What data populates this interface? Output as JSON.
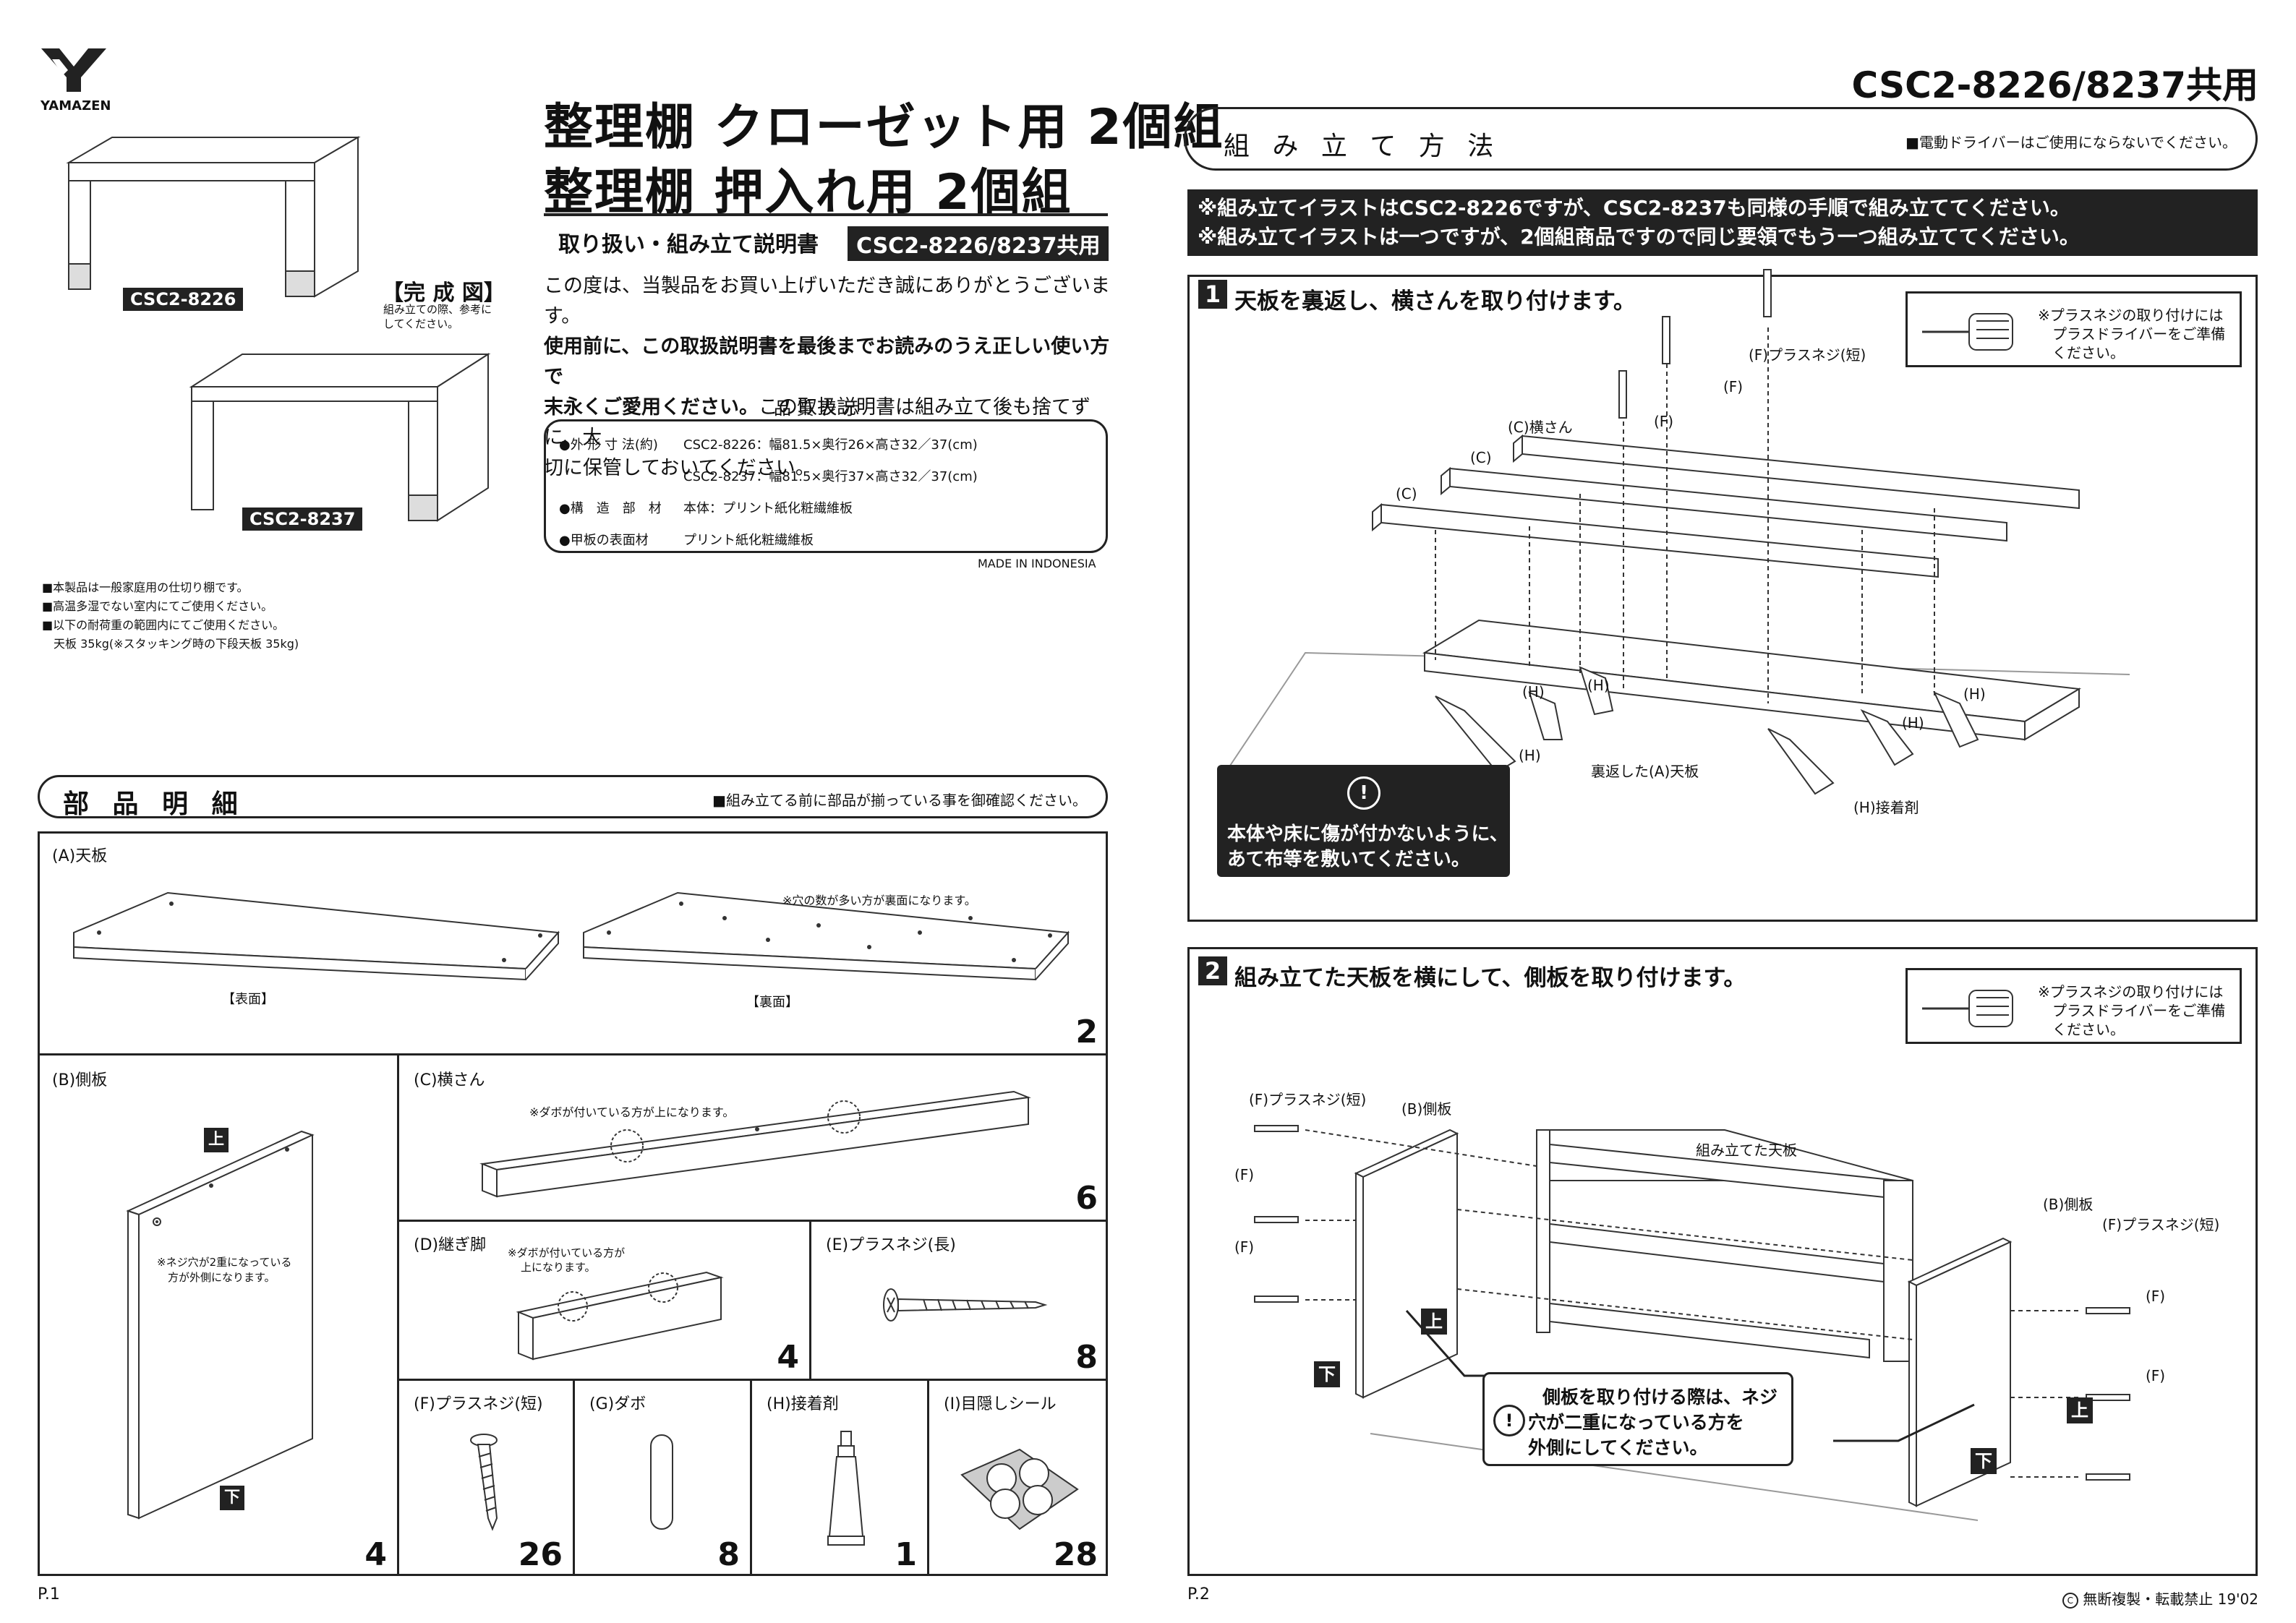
{
  "brand": {
    "logo_text": "YAMAZEN"
  },
  "header": {
    "title_line1": "整理棚 クローゼット用 2個組",
    "title_line2": "整理棚 押入れ用 2個組",
    "subtitle": "取り扱い・組み立て説明書",
    "model_badge": "CSC2-8226/8237共用",
    "model_code_right": "CSC2-8226/8237共用"
  },
  "completion": {
    "title": "【完 成 図】",
    "note": "組み立ての際、参考にしてください。",
    "label_a": "CSC2-8226",
    "label_b": "CSC2-8237"
  },
  "intro": {
    "line1": "この度は、当製品をお買い上げいただき誠にありがとうございます。",
    "line2": "使用前に、この取扱説明書を最後までお読みのうえ正しい使い方で",
    "line3a": "末永くご愛用ください。",
    "line3b": "この取扱説明書は組み立て後も捨てずに、大",
    "line4": "切に保管しておいてください。"
  },
  "quality": {
    "title": "品 質 表 示",
    "rows": [
      {
        "label": "●外 形 寸 法(約)",
        "value": "CSC2-8226：幅81.5×奥行26×高さ32／37(cm)"
      },
      {
        "label": "",
        "value": "CSC2-8237：幅81.5×奥行37×高さ32／37(cm)"
      },
      {
        "label": "●構　造　部　材",
        "value": "本体：プリント紙化粧繊維板"
      },
      {
        "label": "●甲板の表面材",
        "value": "プリント紙化粧繊維板"
      }
    ],
    "origin": "MADE IN INDONESIA"
  },
  "notes": [
    "■本製品は一般家庭用の仕切り棚です。",
    "■高温多湿でない室内にてご使用ください。",
    "■以下の耐荷重の範囲内にてご使用ください。",
    "天板 35kg(※スタッキング時の下段天板 35kg)"
  ],
  "parts_section": {
    "title": "部 品 明 細",
    "note": "■組み立てる前に部品が揃っている事を御確認ください。",
    "parts": [
      {
        "label": "(A)天板",
        "qty": "2",
        "front": "【表面】",
        "back": "【裏面】",
        "note": "※穴の数が多い方が裏面になります。"
      },
      {
        "label": "(B)側板",
        "qty": "4",
        "note1": "※ネジ穴が2重になっている",
        "note2": "方が外側になります。",
        "top": "上",
        "bottom": "下"
      },
      {
        "label": "(C)横さん",
        "qty": "6",
        "note": "※ダボが付いている方が上になります。"
      },
      {
        "label": "(D)継ぎ脚",
        "qty": "4",
        "note1": "※ダボが付いている方が",
        "note2": "上になります。"
      },
      {
        "label": "(E)プラスネジ(長)",
        "qty": "8"
      },
      {
        "label": "(F)プラスネジ(短)",
        "qty": "26"
      },
      {
        "label": "(G)ダボ",
        "qty": "8"
      },
      {
        "label": "(H)接着剤",
        "qty": "1"
      },
      {
        "label": "(I)目隠しシール",
        "qty": "28"
      }
    ]
  },
  "assembly": {
    "title": "組 み 立 て 方 法",
    "note": "■電動ドライバーはご使用にならないでください。",
    "banner_line1": "※組み立てイラストはCSC2-8226ですが、CSC2-8237も同様の手順で組み立ててください。",
    "banner_line2": "※組み立てイラストは一つですが、2個組商品ですので同じ要領でもう一つ組み立ててください。",
    "tool_note1": "※プラスネジの取り付けには",
    "tool_note2": "プラスドライバーをご準備",
    "tool_note3": "ください。",
    "step1": {
      "num": "1",
      "title": "天板を裏返し、横さんを取り付けます。",
      "labels": {
        "screw_short": "(F)プラスネジ(短)",
        "f": "(F)",
        "c_rail": "(C)横さん",
        "c": "(C)",
        "h": "(H)",
        "board": "裏返した(A)天板",
        "glue": "(H)接着剤"
      },
      "warning_line1": "本体や床に傷が付かないように、",
      "warning_line2": "あて布等を敷いてください。"
    },
    "step2": {
      "num": "2",
      "title": "組み立てた天板を横にして、側板を取り付けます。",
      "labels": {
        "screw_short": "(F)プラスネジ(短)",
        "side": "(B)側板",
        "f": "(F)",
        "assembled": "組み立てた天板",
        "top": "上",
        "bottom": "下"
      },
      "caution_line1": "側板を取り付ける際は、ネジ",
      "caution_line2": "穴が二重になっている方を",
      "caution_line3": "外側にしてください。"
    }
  },
  "footer": {
    "page1": "P.1",
    "page2": "P.2",
    "copyright": "無断複製・転載禁止 19'02"
  }
}
